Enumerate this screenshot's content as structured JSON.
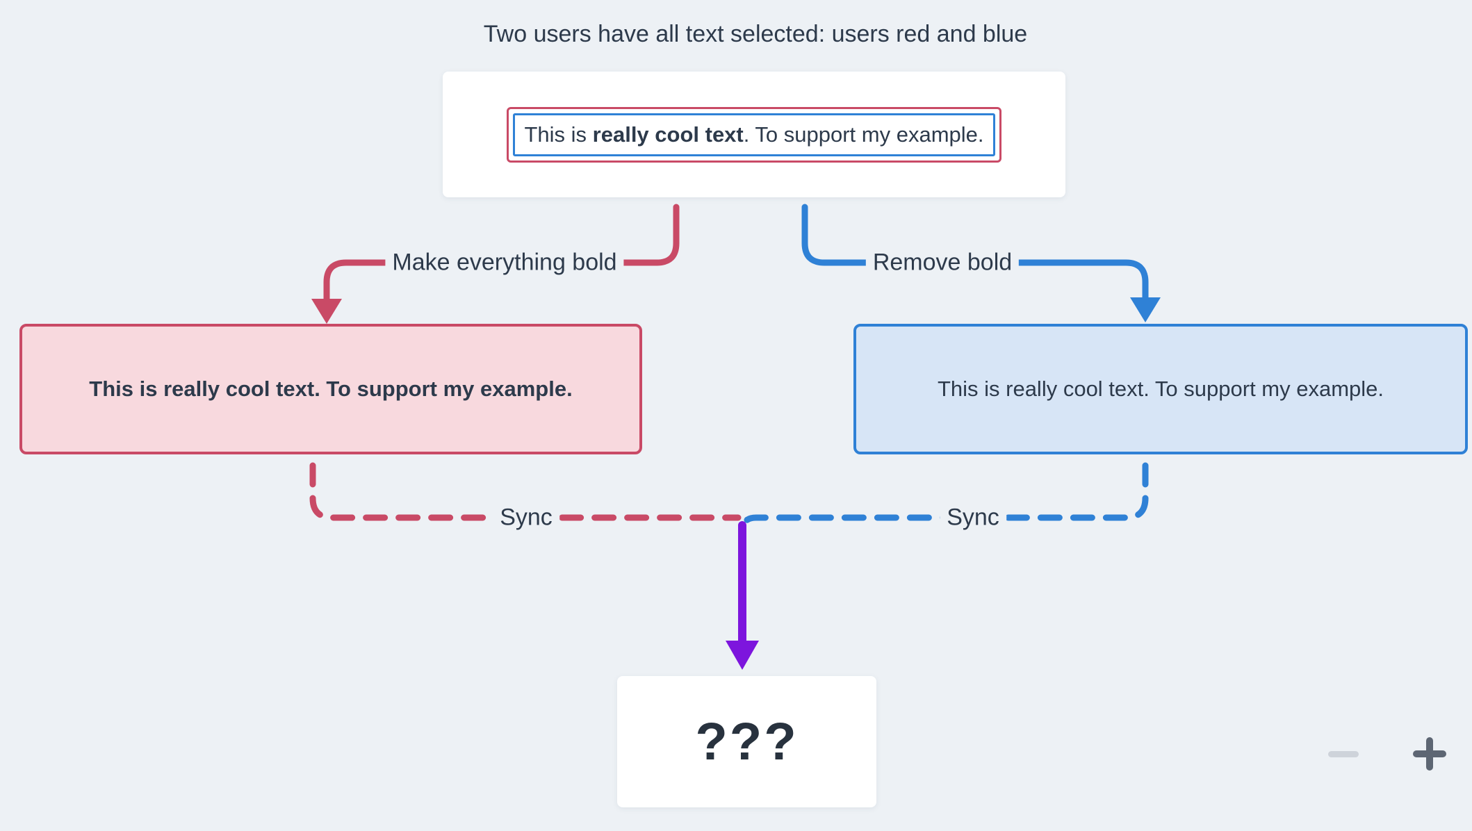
{
  "title": "Two users have all text selected: users red and blue",
  "colors": {
    "background": "#edf1f5",
    "red": "#c94a66",
    "red_fill": "#f8d9de",
    "blue": "#2f81d6",
    "blue_fill": "#d7e5f6",
    "purple": "#7d15dd",
    "text": "#2d3a4b",
    "card": "#ffffff",
    "zoom_out_disabled": "#ced3da",
    "zoom_in": "#5d6673"
  },
  "nodes": {
    "original": {
      "text_prefix": "This is ",
      "text_bold": "really cool text",
      "text_suffix": ". To support my example.",
      "selection_outer_user": "red",
      "selection_inner_user": "blue"
    },
    "red_user_result": {
      "text": "This is really cool text. To support my example."
    },
    "blue_user_result": {
      "text": "This is really cool text. To support my example."
    },
    "merge_result": {
      "text": "???"
    }
  },
  "edges": {
    "red_action": {
      "label": "Make everything bold"
    },
    "blue_action": {
      "label": "Remove bold"
    },
    "red_sync": {
      "label": "Sync"
    },
    "blue_sync": {
      "label": "Sync"
    }
  },
  "controls": {
    "zoom_out_icon": "minus-icon",
    "zoom_out_glyph": "−",
    "zoom_in_icon": "plus-icon",
    "zoom_in_glyph": "+"
  }
}
